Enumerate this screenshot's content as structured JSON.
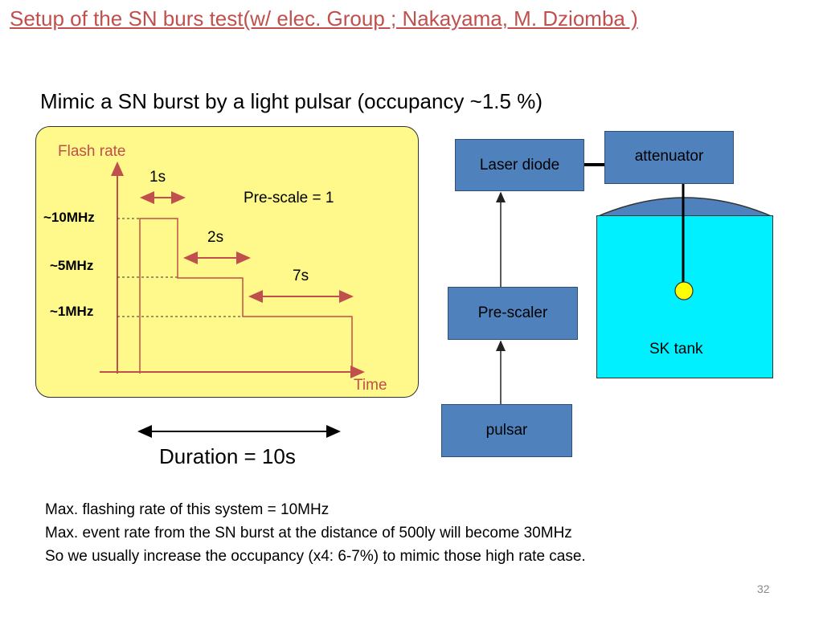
{
  "slide": {
    "title": "Setup of the SN burs test(w/ elec. Group ; Nakayama, M. Dziomba )",
    "subtitle": "Mimic a SN burst by a light pulsar (occupancy ~1.5 %)",
    "page_number": "32"
  },
  "plot": {
    "y_axis_label": "Flash rate",
    "x_axis_label": "Time",
    "rates": [
      "~10MHz",
      "~5MHz",
      "~1MHz"
    ],
    "intervals": [
      "1s",
      "2s",
      "7s"
    ],
    "prescale_note": "Pre-scale = 1",
    "duration": "Duration = 10s"
  },
  "setup": {
    "laser_diode": "Laser diode",
    "attenuator": "attenuator",
    "prescaler": "Pre-scaler",
    "pulsar": "pulsar",
    "tank": "SK tank"
  },
  "notes": [
    "Max. flashing rate of this system = 10MHz",
    "Max. event rate from the SN burst at the distance of 500ly will become 30MHz",
    "So we usually increase the occupancy (x4: 6-7%) to mimic those high rate case."
  ],
  "colors": {
    "title": "#c0504d",
    "panel": "#fff88a",
    "box": "#4f81bd",
    "tank": "#00f0ff",
    "line": "#c0504d",
    "pmt": "#ffff00"
  }
}
